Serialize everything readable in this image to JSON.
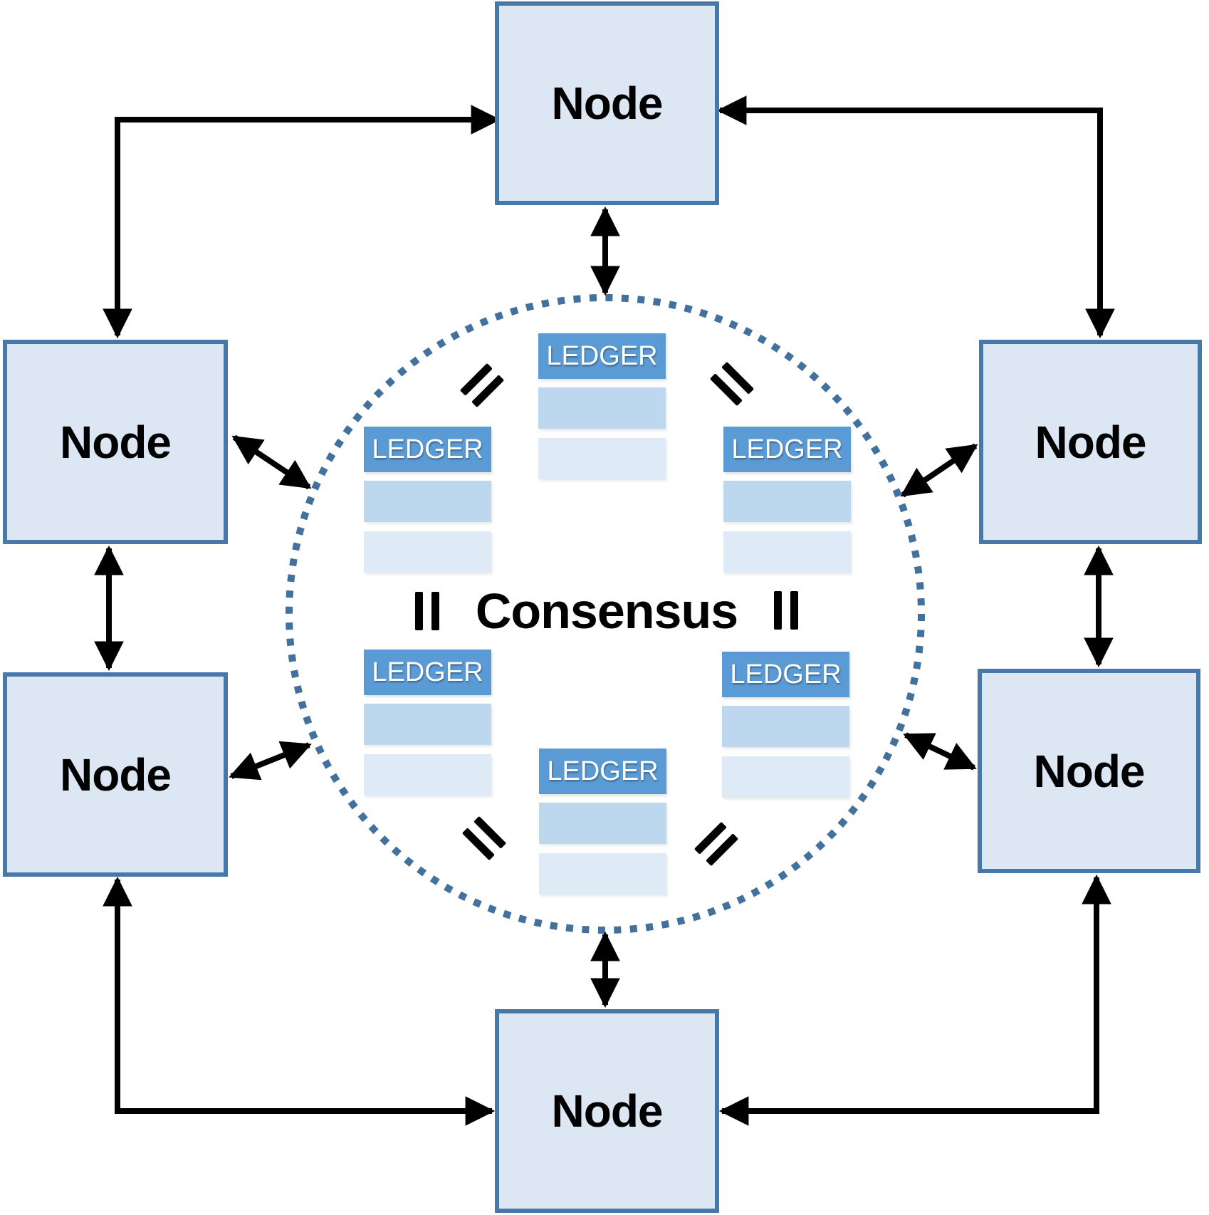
{
  "diagram": {
    "consensus_label": "Consensus",
    "nodes": [
      {
        "id": "top",
        "label": "Node"
      },
      {
        "id": "left-upper",
        "label": "Node"
      },
      {
        "id": "left-lower",
        "label": "Node"
      },
      {
        "id": "right-upper",
        "label": "Node"
      },
      {
        "id": "right-lower",
        "label": "Node"
      },
      {
        "id": "bottom",
        "label": "Node"
      }
    ],
    "ledgers": [
      {
        "id": "top-center",
        "label": "LEDGER"
      },
      {
        "id": "upper-left",
        "label": "LEDGER"
      },
      {
        "id": "upper-right",
        "label": "LEDGER"
      },
      {
        "id": "lower-left",
        "label": "LEDGER"
      },
      {
        "id": "lower-right",
        "label": "LEDGER"
      },
      {
        "id": "bottom-center",
        "label": "LEDGER"
      }
    ]
  },
  "icons": {
    "equals": "equals-icon",
    "double_arrow": "double-arrow-icon",
    "dotted_circle": "consensus-circle"
  },
  "colors": {
    "ledger_header": "#5B9BD5",
    "ledger_row1": "#BDD7EE",
    "ledger_row2": "#DEEBF7",
    "node_fill": "#DCE7F3",
    "node_border": "#4878A8",
    "circle_dots": "#41719C",
    "arrow": "#000000",
    "background": "#FFFFFF",
    "ledger_text": "#FFFFFF",
    "node_text": "#000000"
  }
}
